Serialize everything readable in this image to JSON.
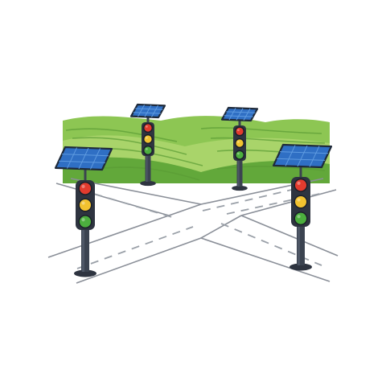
{
  "scene": {
    "subject": "solar-powered-traffic-lights-at-intersection",
    "signal_count": 4,
    "signal_aspects": [
      "red",
      "yellow",
      "green"
    ]
  },
  "colors": {
    "background": "#ffffff",
    "field_light": "#a9d46a",
    "field_mid": "#8dc653",
    "field_dark": "#62a83a",
    "field_stripe": "#5a9b34",
    "road_line": "#8a8f98",
    "lane_dash": "#9aa0a8",
    "pole": "#3b4350",
    "pole_highlight": "#5b6574",
    "signal_housing": "#2e3440",
    "solar_cell": "#2f6fc4",
    "solar_cell_light": "#5f9be0",
    "solar_frame": "#1f2a3a",
    "light_red": "#e23b2e",
    "light_yellow": "#f2c230",
    "light_green": "#4caf3e"
  }
}
